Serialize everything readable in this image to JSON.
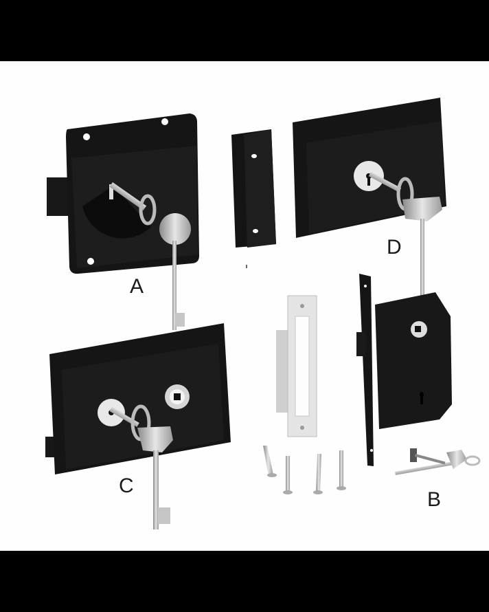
{
  "image": {
    "description": "Product illustration of a rim/mortice lock set with keys, keep and screws",
    "background": "#fefefe",
    "letterbox_color": "#000000",
    "lock_color": "#141414",
    "metal_color": "#c8c8c8"
  },
  "labels": {
    "a": "A",
    "b": "B",
    "c": "C",
    "d": "D"
  },
  "parts": [
    {
      "id": "A",
      "name": "rim-lock-a"
    },
    {
      "id": "B",
      "name": "mortice-lock-b"
    },
    {
      "id": "C",
      "name": "rim-lock-c"
    },
    {
      "id": "D",
      "name": "rim-lock-d"
    },
    {
      "id": "keep",
      "name": "box-keep"
    },
    {
      "id": "strike",
      "name": "strike-plate"
    },
    {
      "id": "screws",
      "name": "wood-screws",
      "count": 4
    }
  ]
}
